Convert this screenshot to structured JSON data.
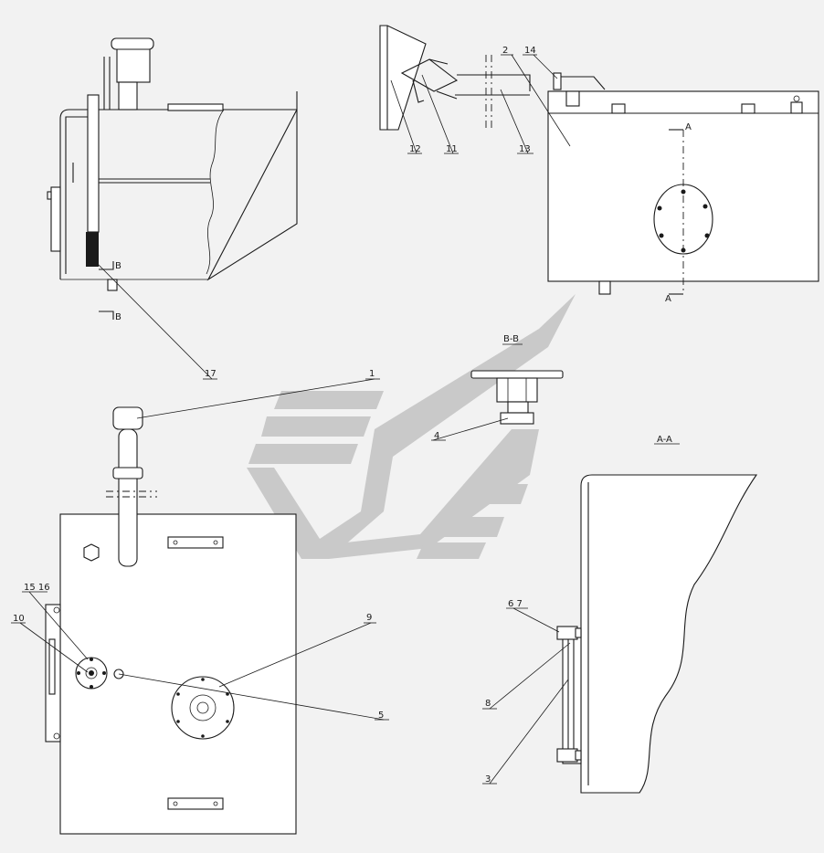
{
  "views": {
    "section_bb": "B-B",
    "section_aa": "A-A",
    "cut_marker_b": "B",
    "cut_marker_a": "A"
  },
  "callouts": {
    "c1": "1",
    "c2": "2",
    "c3": "3",
    "c4": "4",
    "c5": "5",
    "c6_7": "6  7",
    "c8": "8",
    "c9": "9",
    "c10": "10",
    "c11": "11",
    "c12": "12",
    "c13": "13",
    "c14": "14",
    "c15_16": "15  16",
    "c17": "17"
  },
  "colors": {
    "line": "#1a1a1a",
    "background": "#f2f2f2",
    "watermark": "#c9c9c9"
  }
}
